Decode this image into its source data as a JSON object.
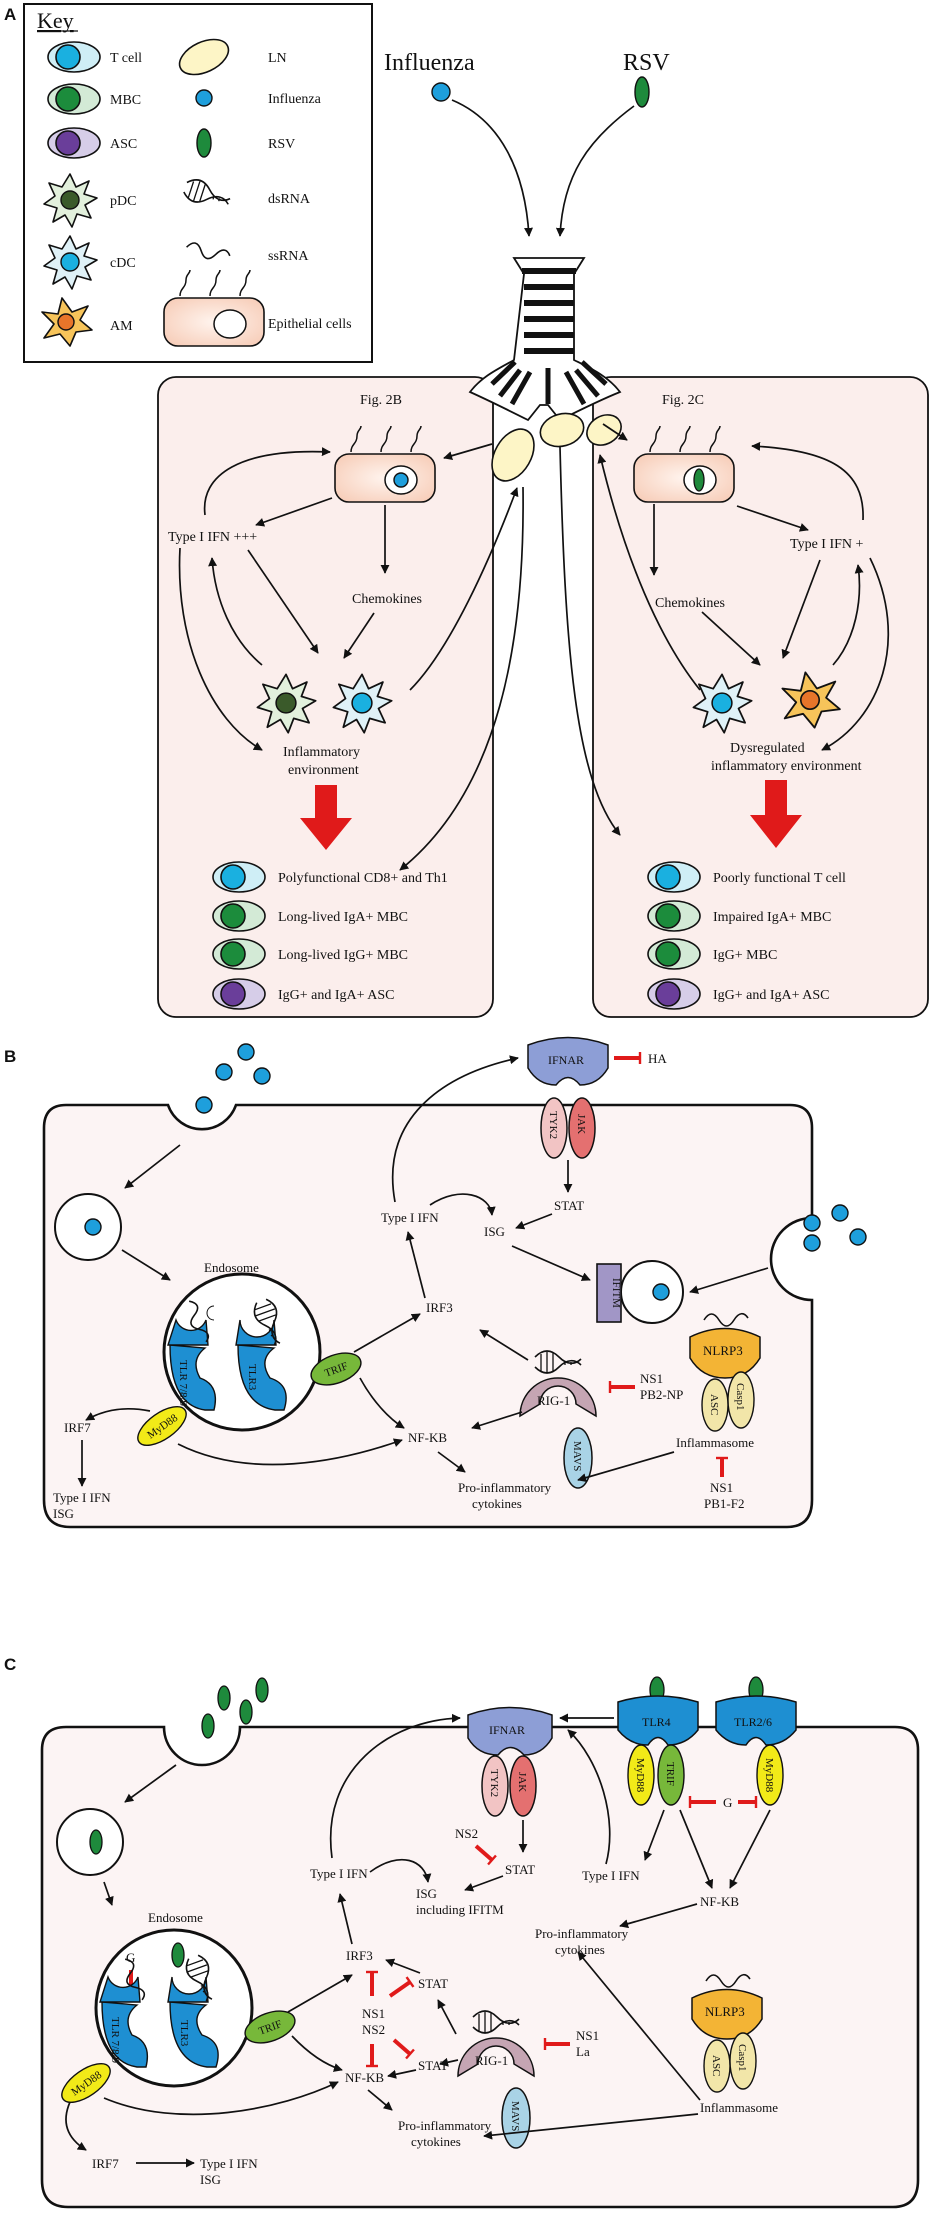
{
  "panels": {
    "a": "A",
    "b": "B",
    "c": "C"
  },
  "key": {
    "title": "Key",
    "items": {
      "tcell": "T cell",
      "mbc": "MBC",
      "asc": "ASC",
      "pdc": "pDC",
      "cdc": "cDC",
      "am": "AM",
      "ln": "LN",
      "influenza": "Influenza",
      "rsv": "RSV",
      "dsrna": "dsRNA",
      "ssrna": "ssRNA",
      "epithelial": "Epithelial cells"
    }
  },
  "panel_a": {
    "influenza": "Influenza",
    "rsv": "RSV",
    "left": {
      "fig_ref": "Fig. 2B",
      "type1": "Type I IFN +++",
      "chemokines": "Chemokines",
      "env_line1": "Inflammatory",
      "env_line2": "environment",
      "outcomes": [
        "Polyfunctional CD8+ and Th1",
        "Long-lived IgA+ MBC",
        "Long-lived IgG+ MBC",
        "IgG+ and IgA+ ASC"
      ]
    },
    "right": {
      "fig_ref": "Fig. 2C",
      "type1": "Type I IFN +",
      "chemokines": "Chemokines",
      "env_line1": "Dysregulated",
      "env_line2": "inflammatory environment",
      "outcomes": [
        "Poorly functional T cell",
        "Impaired IgA+ MBC",
        "IgG+ MBC",
        "IgG+ and IgA+ ASC"
      ]
    }
  },
  "panel_b": {
    "ifnar": "IFNAR",
    "ha": "HA",
    "tyk2": "TYK2",
    "jak": "JAK",
    "stat": "STAT",
    "isg": "ISG",
    "type1": "Type I IFN",
    "ifitm": "IFITM",
    "endosome": "Endosome",
    "tlr789": "TLR 7/8/9",
    "tlr3": "TLR3",
    "trif": "TRIF",
    "myd88": "MyD88",
    "irf3": "IRF3",
    "irf7": "IRF7",
    "type1_isg_line1": "Type I IFN",
    "type1_isg_line2": "ISG",
    "nfkb": "NF-KB",
    "rig1": "RIG-1",
    "mavs": "MAVS",
    "ns1_pb2_line1": "NS1",
    "ns1_pb2_line2": "PB2-NP",
    "nlrp3": "NLRP3",
    "asc": "ASC",
    "casp1": "Casp1",
    "inflammasome": "Inflammasome",
    "ns1_pb1_line1": "NS1",
    "ns1_pb1_line2": "PB1-F2",
    "cytokines_line1": "Pro-inflammatory",
    "cytokines_line2": "cytokines"
  },
  "panel_c": {
    "ifnar": "IFNAR",
    "tyk2": "TYK2",
    "jak": "JAK",
    "ns2": "NS2",
    "stat": "STAT",
    "isg_line1": "ISG",
    "isg_line2": "including IFITM",
    "type1_left": "Type I IFN",
    "type1_mid": "Type I IFN",
    "tlr4": "TLR4",
    "tlr26": "TLR2/6",
    "myd88": "MyD88",
    "trif": "TRIF",
    "g": "G",
    "nfkb_right": "NF-KB",
    "cytokines_right_line1": "Pro-inflammatory",
    "cytokines_right_line2": "cytokines",
    "endosome": "Endosome",
    "g_endo": "G",
    "tlr789": "TLR 7/8/9",
    "tlr3": "TLR3",
    "irf3": "IRF3",
    "stat_a": "STAT",
    "stat_b": "STAT",
    "ns1ns2_line1": "NS1",
    "ns1ns2_line2": "NS2",
    "nfkb": "NF-KB",
    "rig1": "RIG-1",
    "mavs": "MAVS",
    "ns1la_line1": "NS1",
    "ns1la_line2": "La",
    "nlrp3": "NLRP3",
    "asc": "ASC",
    "casp1": "Casp1",
    "inflammasome": "Inflammasome",
    "irf7": "IRF7",
    "type1_isg_line1": "Type I IFN",
    "type1_isg_line2": "ISG",
    "cytokines_line1": "Pro-inflammatory",
    "cytokines_line2": "cytokines"
  },
  "colors": {
    "panel_bg": "#fbeeec",
    "cell_bg": "#fcf4f4",
    "tcell_outer": "#cfeef6",
    "tcell_inner": "#1ab0e0",
    "mbc_outer": "#d3ead6",
    "mbc_inner": "#1c8c3c",
    "asc_outer": "#d6cde8",
    "asc_inner": "#6a3e9a",
    "pdc": "#e2f0dc",
    "pdc_core": "#3a5a2a",
    "cdc": "#dff1f7",
    "am": "#f7c45a",
    "am_core": "#e8752a",
    "ln": "#fdf5c6",
    "influenza": "#1e9fdc",
    "rsv": "#1e8a3c",
    "ifnar": "#8d9ed6",
    "tyk2": "#f2c4c4",
    "jak": "#e47070",
    "ifitm": "#a196c6",
    "tlr": "#1e8fd2",
    "trif": "#77b83a",
    "myd88": "#f2ea18",
    "rig1": "#c5a5b3",
    "mavs": "#a9d3e6",
    "nlrp3": "#f3b435",
    "asc_prot": "#f2e6a9",
    "casp1_prot": "#f2e6a9",
    "inhibit": "#e01a1a"
  }
}
